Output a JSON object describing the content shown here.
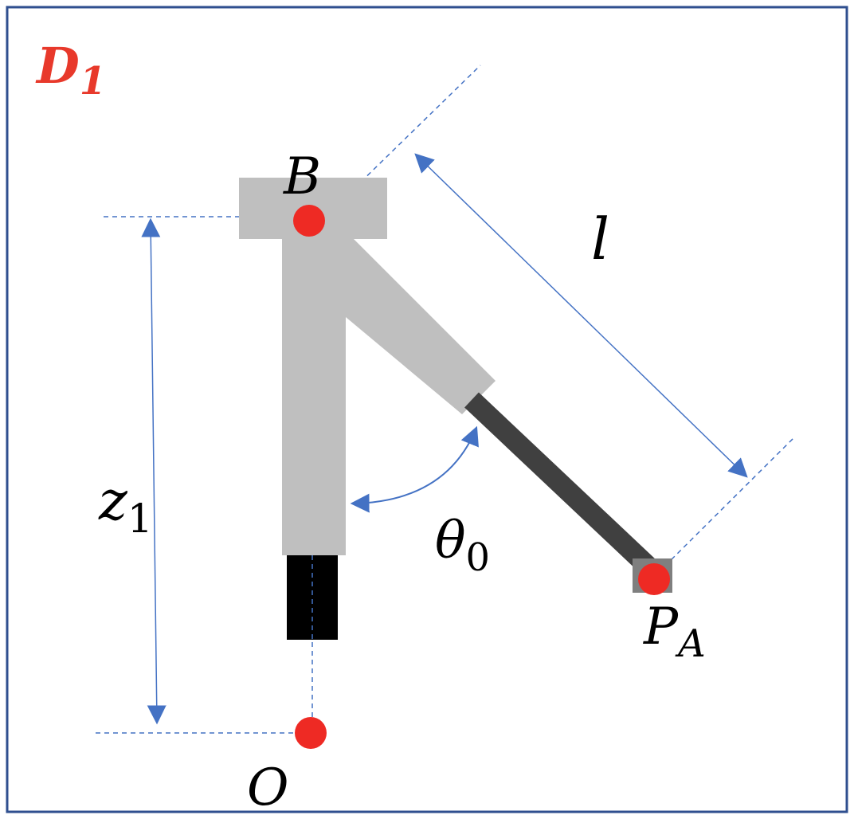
{
  "title": {
    "main": "D",
    "sub": "1"
  },
  "labels": {
    "point_b": "B",
    "point_o": "O",
    "point_pa": {
      "main": "P",
      "sub": "A"
    },
    "length": "l",
    "height": {
      "main": "z",
      "sub": "1"
    },
    "angle": {
      "main": "θ",
      "sub": "0"
    }
  },
  "colors": {
    "title": "#e8392b",
    "points": "#ee2a24",
    "arrows": "#4472c4",
    "guides": "#4472c4",
    "link": "#bfbfbf",
    "rod": "#404040",
    "base": "#000000",
    "frame": "#2f4f8f"
  }
}
